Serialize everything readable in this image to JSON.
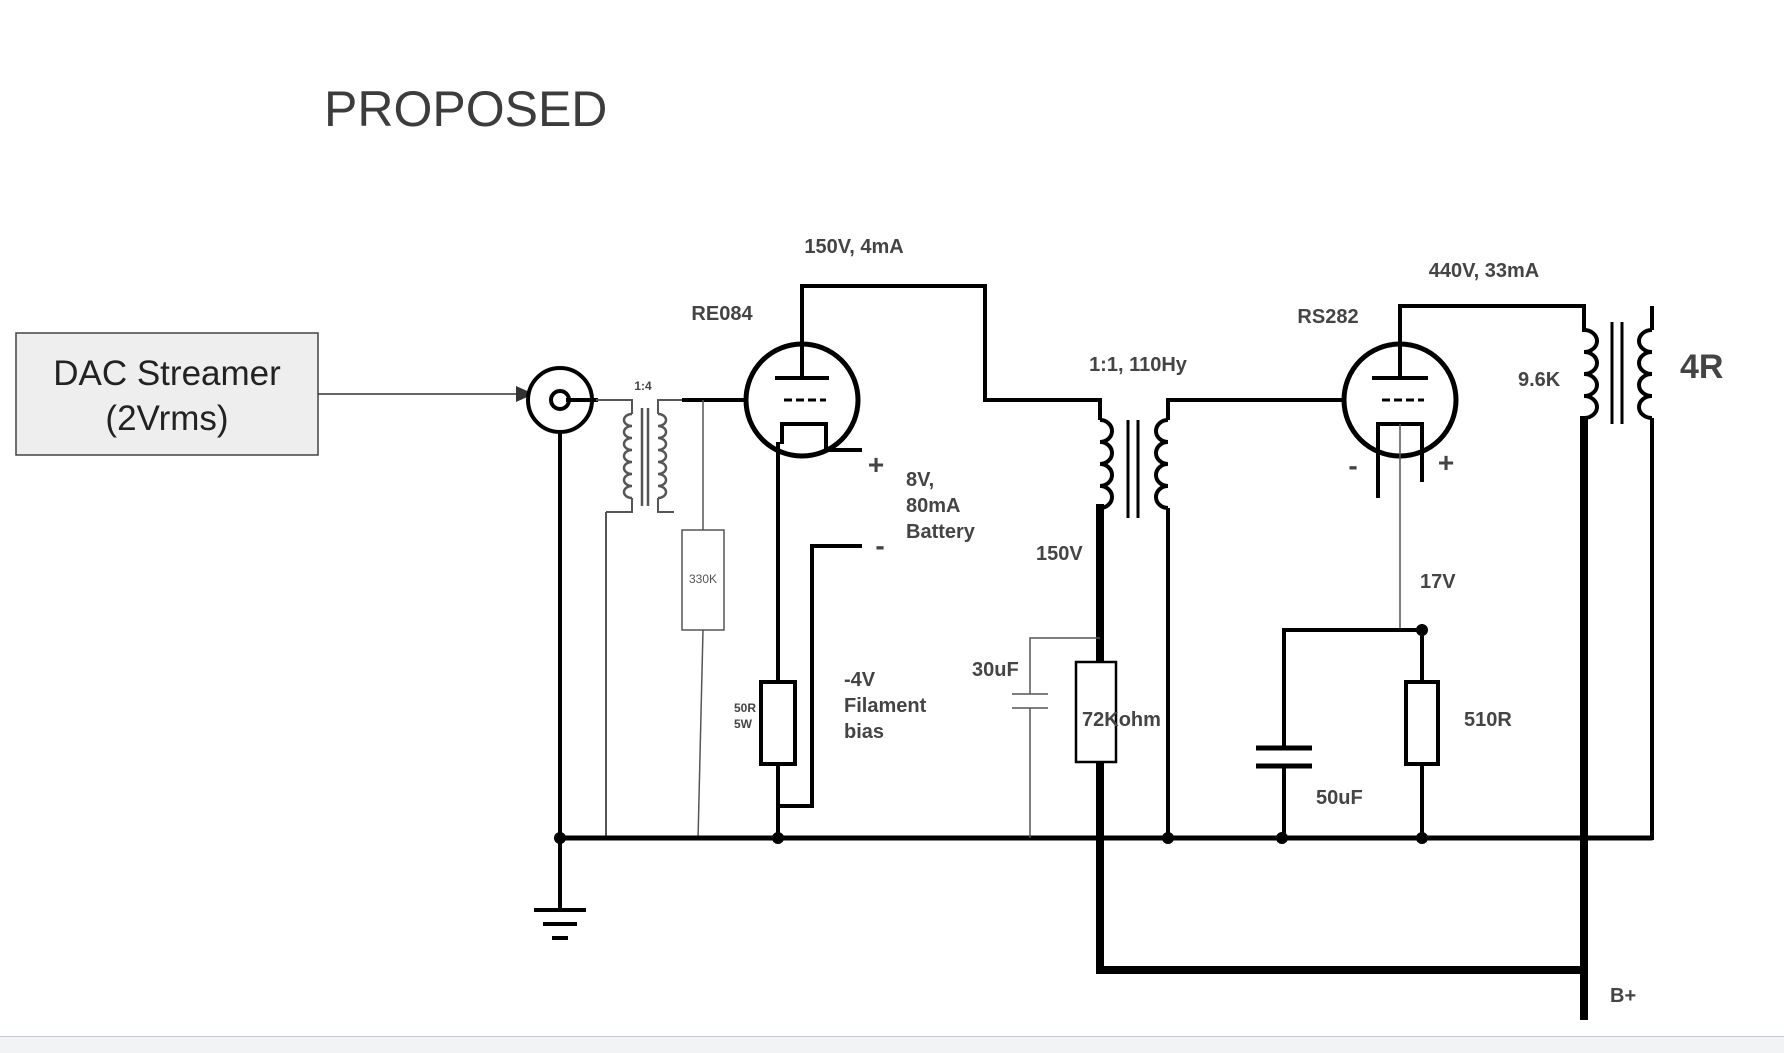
{
  "slide": {
    "title": "PROPOSED"
  },
  "diagram": {
    "source": {
      "line1": "DAC Streamer",
      "line2": "(2Vrms)"
    },
    "input_transformer_ratio": "1:4",
    "grid_resistor": "330K",
    "driver_tube": {
      "name": "RE084",
      "operating_point": "150V, 4mA"
    },
    "filament_resistor": {
      "line1": "50R",
      "line2": "5W"
    },
    "battery": {
      "plus": "+",
      "minus": "-",
      "line1": "8V,",
      "line2": "80mA",
      "line3": "Battery"
    },
    "filament_bias": {
      "line1": "-4V",
      "line2": "Filament",
      "line3": "bias"
    },
    "interstage": {
      "label": "1:1, 110Hy",
      "b_plus": "150V",
      "capacitor": "30uF",
      "resistor": "72Kohm"
    },
    "output_tube": {
      "name": "RS282",
      "operating_point": "440V, 33mA",
      "minus": "-",
      "plus": "+"
    },
    "cathode": {
      "voltage": "17V",
      "resistor": "510R",
      "capacitor": "50uF"
    },
    "output_transformer": {
      "primary": "9.6K",
      "secondary": "4R"
    },
    "supply": {
      "label": "B+"
    }
  }
}
